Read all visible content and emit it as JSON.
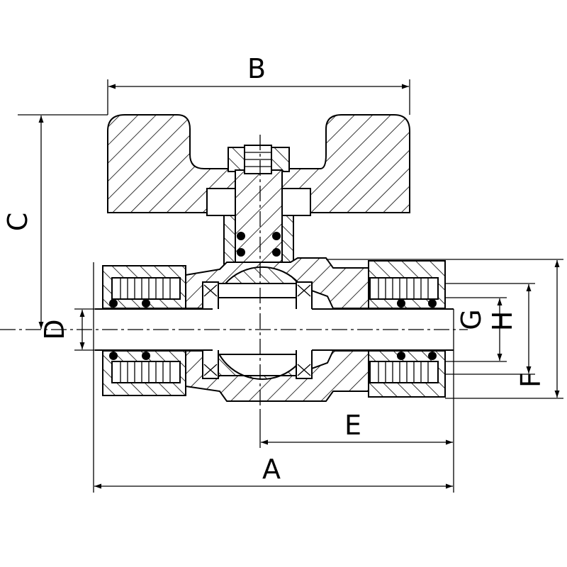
{
  "drawing": {
    "subject": "",
    "dimensions": {
      "A": "A",
      "B": "B",
      "C": "C",
      "D": "D",
      "E": "E",
      "F": "F",
      "G": "G",
      "H": "H"
    }
  }
}
